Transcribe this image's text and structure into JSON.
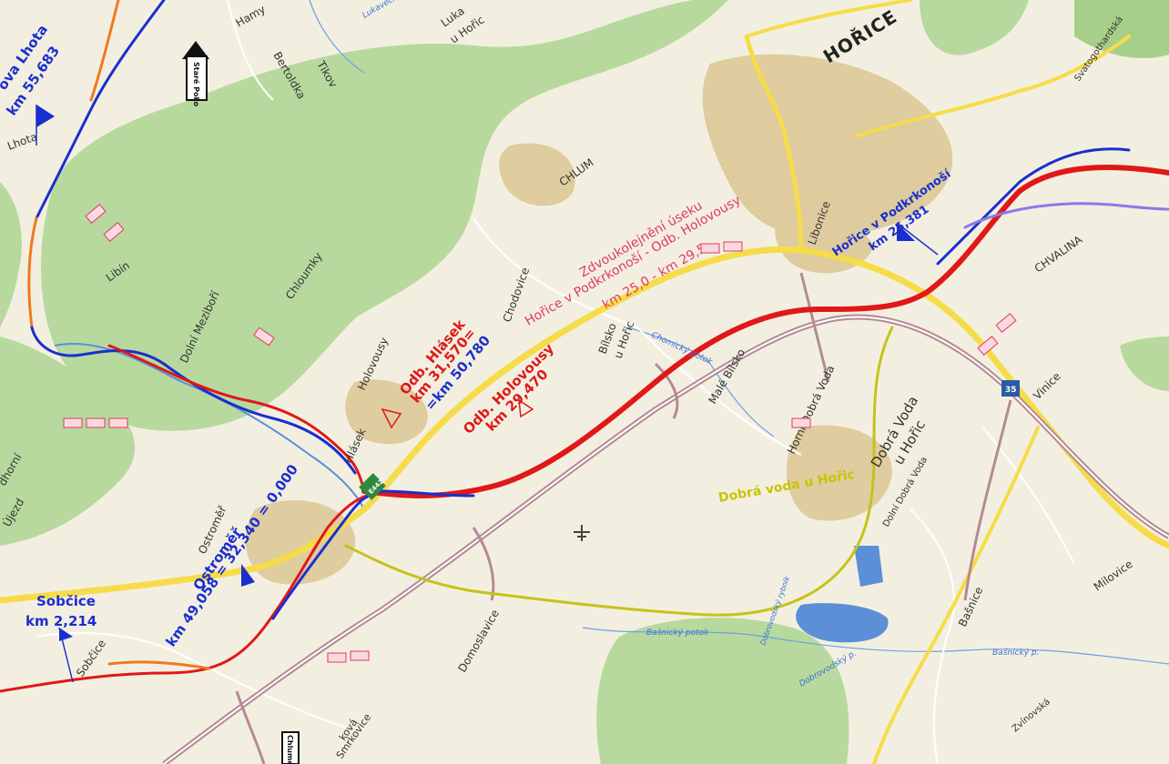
{
  "colors": {
    "land": "#f3efe0",
    "forest": "#b7d99e",
    "forest_dark": "#a6cf89",
    "water": "#5b8fd8",
    "railway_existing": "#1a2fd0",
    "railway_new": "#e01818",
    "railway_orange": "#f07a1e",
    "railway_olive": "#c7c21a",
    "road_main": "#f6dc4a",
    "highway": "#b48a94"
  },
  "towns": {
    "horice": "HOŘICE",
    "hamry": "Hamy",
    "lukavec": "Luka",
    "lukavec2": "u Hořic",
    "bertoldka": "Bertoldka",
    "tikov": "Tikov",
    "chlum": "CHLUM",
    "lhota": "Lhota",
    "libin": "Libín",
    "chloumky": "Chloumky",
    "dolni_mezihori": "Dolní Meziboří",
    "holovousy": "Holovousy",
    "hlasek": "Hlásek",
    "ostromer": "Ostroměř",
    "podhorni": "dhorní",
    "ujezd": "Újezd",
    "chodovice": "Chodovice",
    "blisko": "Bílsko",
    "blisko2": "u Hořic",
    "male_blisko": "Malé Bílsko",
    "horni_dobra_voda": "Horní Dobrá Voda",
    "dobra_voda": "Dobrá Voda",
    "dobra_voda2": "u Hořic",
    "dolni_dobra_voda": "Dolní Dobrá Voda",
    "libonice": "Libonice",
    "chvalina": "CHVALINA",
    "vinice": "Vinice",
    "basnice": "Bašnice",
    "milovice": "Milovice",
    "svatogothardska": "Svatogothardská",
    "domoslavice": "Domoslavice",
    "sobcice": "Sobčice",
    "smrkovice": "Smrkovice",
    "zvinovska": "Zvínovská",
    "nova": "ková"
  },
  "rivers": {
    "lukavecky": "Lukavecký potok",
    "chomicky": "Chomický potok",
    "basnicky": "Bašnický potok",
    "basnicky2": "Bašnický p.",
    "dobrovodsky": "Dobrovodský p.",
    "rybnik": "Dobrovodský rybník"
  },
  "km_labels": {
    "lhota_name": "ova Lhota",
    "lhota_km": "km 55,683",
    "horice_name": "Hořice v Podkrkonoší",
    "horice_km": "km 25,381",
    "hlasek_name": "Odb. Hlásek",
    "hlasek_km1": "km 31,570=",
    "hlasek_km2": "=km 50,780",
    "holovousy_name": "Odb. Holovousy",
    "holovousy_km": "km 29,470",
    "ostromer_name": "Ostroměř",
    "ostromer_km": "km 49,058 = 32,340 = 0,000",
    "sobcice_name": "Sobčice",
    "sobcice_km": "km 2,214",
    "double_track1": "Zdvoukolejnění úseku",
    "double_track2": "Hořice v Podkrkonoší - Odb. Holovousy",
    "double_track3": "km 25,0 - km 29,5",
    "dobra_voda_stop": "Dobrá voda u Hořic"
  },
  "signs": {
    "stare_poko": "Staré Poko",
    "chlumec": "Chlumec",
    "road_35": "35",
    "road_e442": "E442"
  }
}
